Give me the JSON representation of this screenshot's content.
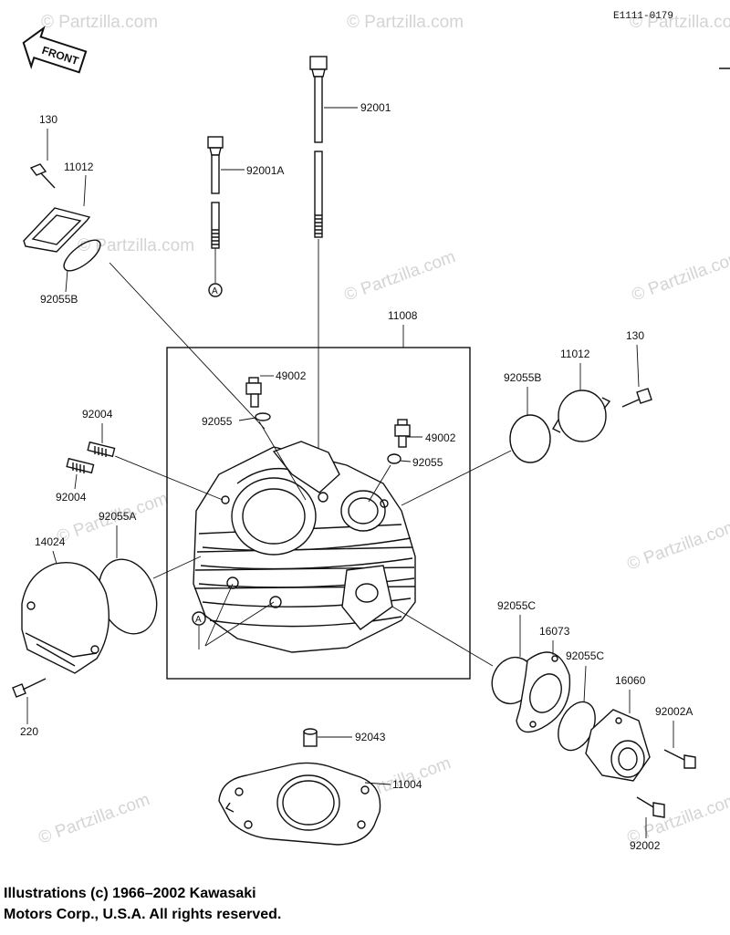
{
  "diagram_code": "E1111-0179",
  "front_label": "FRONT",
  "ref_marker": "A",
  "watermark": "© Partzilla.com",
  "copyright": {
    "line1": "Illustrations (c) 1966–2002 Kawasaki",
    "line2": "Motors Corp., U.S.A.  All rights reserved."
  },
  "callouts": {
    "c130_top": "130",
    "c11012_left": "11012",
    "c92055B_left": "92055B",
    "c92001A": "92001A",
    "c92001": "92001",
    "c11008": "11008",
    "c49002_top": "49002",
    "c92055_left": "92055",
    "c49002_right": "49002",
    "c92055_right": "92055",
    "c92055B_right": "92055B",
    "c11012_right": "11012",
    "c130_right": "130",
    "c92004_top": "92004",
    "c92004_bottom": "92004",
    "c14024": "14024",
    "c92055A": "92055A",
    "c220": "220",
    "c92055C_left": "92055C",
    "c16073": "16073",
    "c92055C_right": "92055C",
    "c16060": "16060",
    "c92002A": "92002A",
    "c92002": "92002",
    "c92043": "92043",
    "c11004": "11004"
  }
}
